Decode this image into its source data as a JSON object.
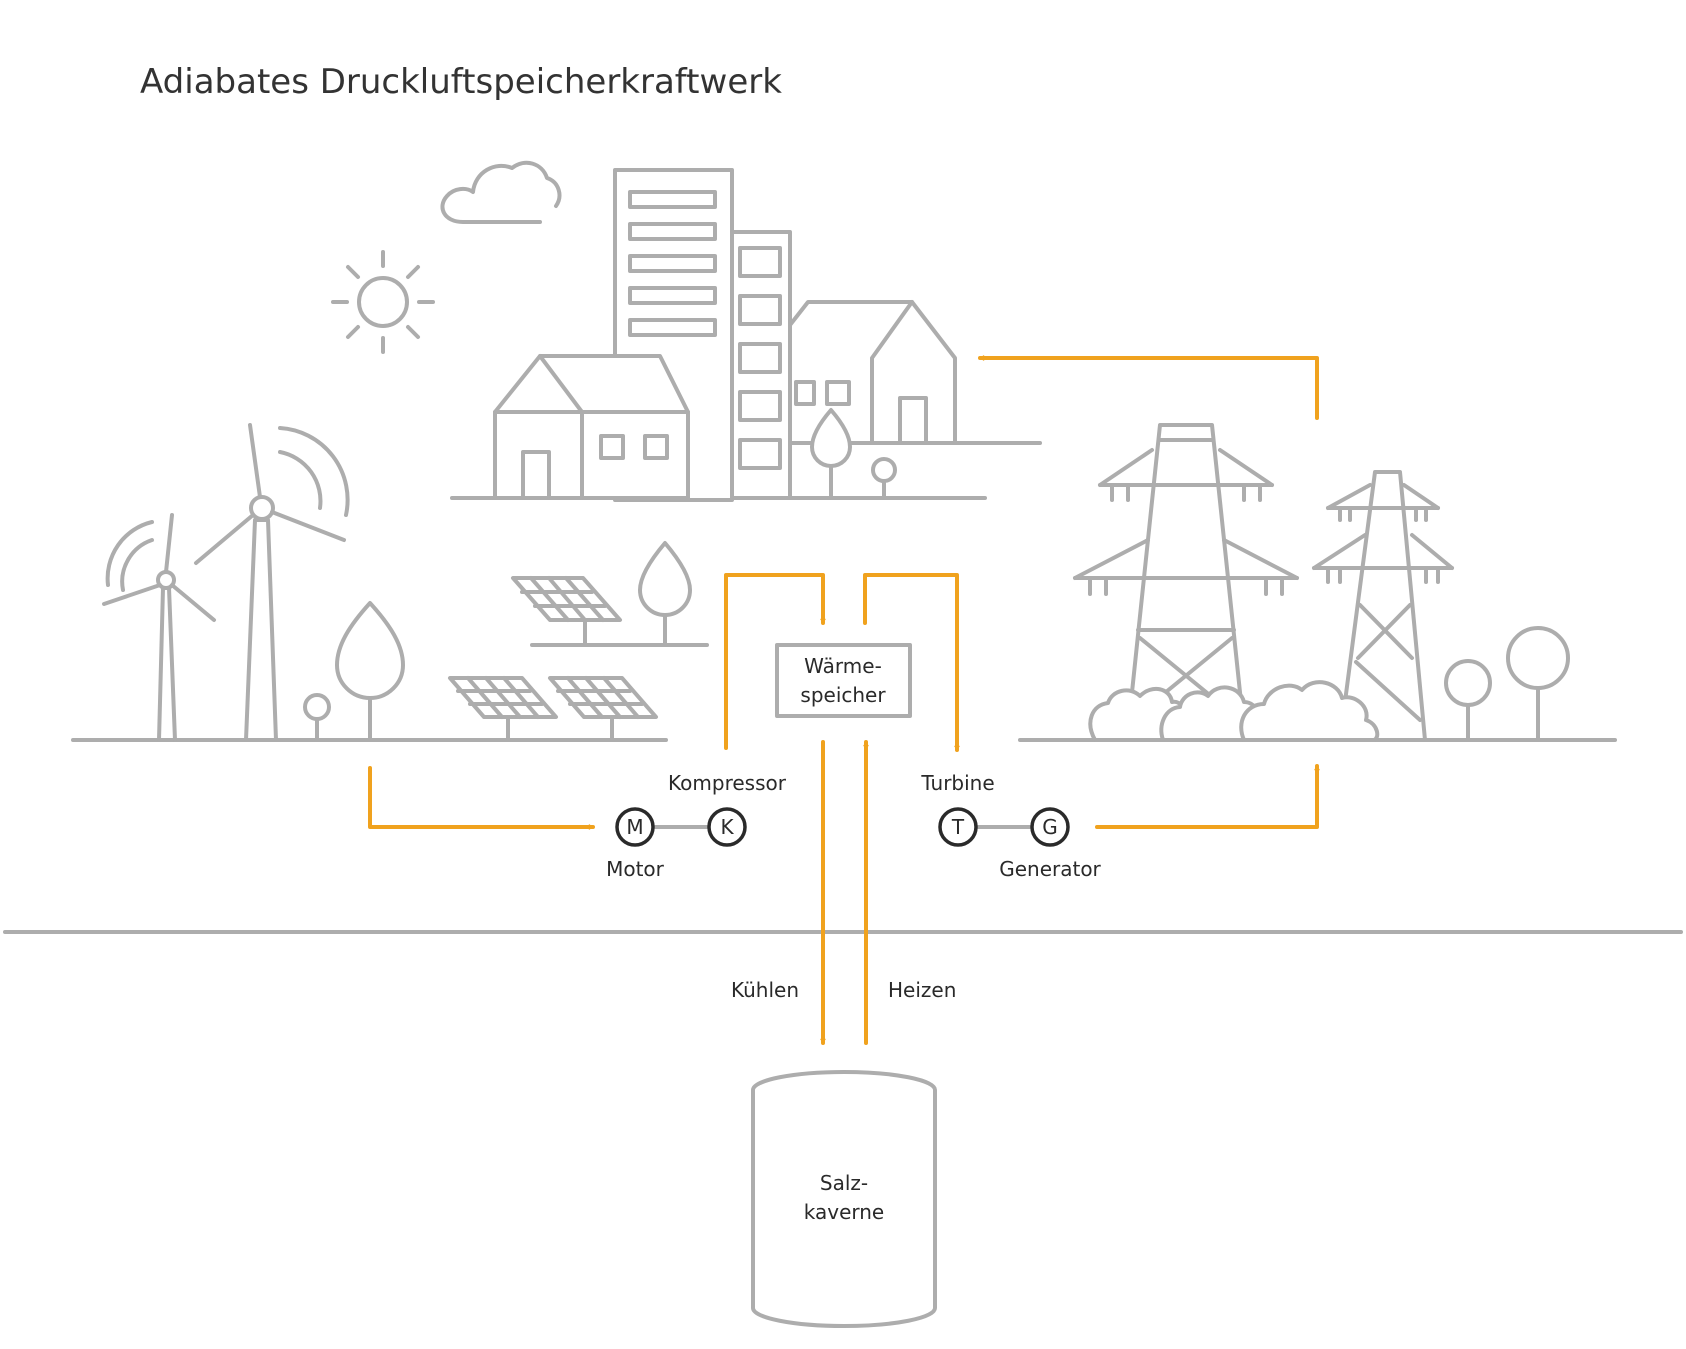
{
  "title": "Adiabates Druckluftspeicherkraftwerk",
  "labels": {
    "heat_storage_line1": "Wärme-",
    "heat_storage_line2": "speicher",
    "compressor": "Kompressor",
    "motor": "Motor",
    "turbine": "Turbine",
    "generator": "Generator",
    "cooling": "Kühlen",
    "heating": "Heizen",
    "cavern_line1": "Salz-",
    "cavern_line2": "kaverne"
  },
  "symbols": {
    "motor": "M",
    "compressor": "K",
    "turbine": "T",
    "generator": "G"
  },
  "colors": {
    "line_gray": "#adadad",
    "flow_orange": "#f0a21e",
    "text_dark": "#2a2a2a"
  }
}
